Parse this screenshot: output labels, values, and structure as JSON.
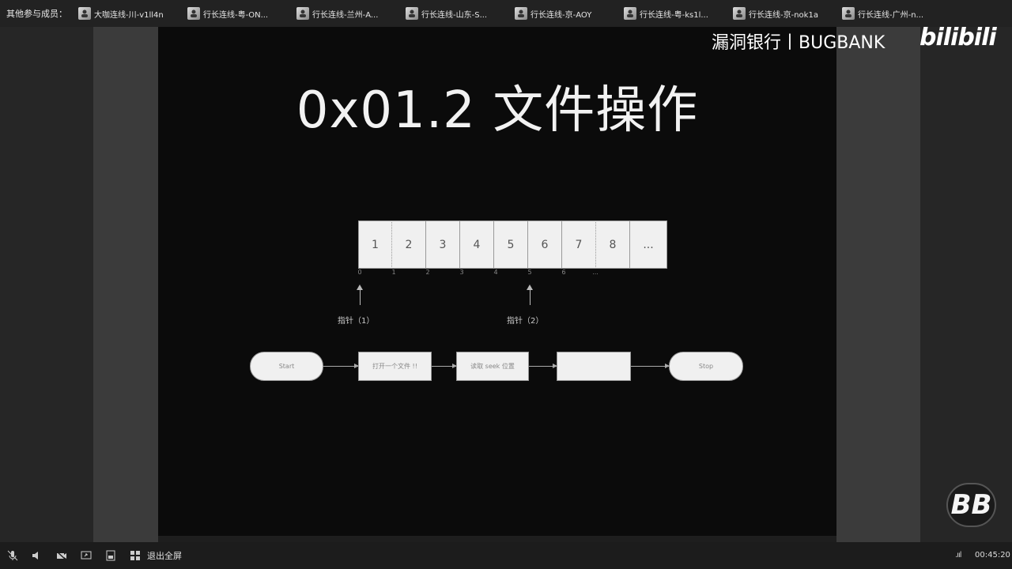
{
  "topbar": {
    "label": "其他参与成员：",
    "participants": [
      {
        "name": "大咖连线-川-v1ll4n"
      },
      {
        "name": "行长连线-粤-ON..."
      },
      {
        "name": "行长连线-兰州-A..."
      },
      {
        "name": "行长连线-山东-S..."
      },
      {
        "name": "行长连线-京-AOY"
      },
      {
        "name": "行长连线-粤-ks1l..."
      },
      {
        "name": "行长连线-京-nok1a"
      },
      {
        "name": "行长连线-广州-n..."
      }
    ]
  },
  "watermark": {
    "text": "漏洞银行丨BUGBANK",
    "bilibili": "bilibili"
  },
  "slide": {
    "title": "0x01.2 文件操作",
    "cells": [
      "1",
      "2",
      "3",
      "4",
      "5",
      "6",
      "7",
      "8",
      "..."
    ],
    "offsets": [
      "0",
      "1",
      "2",
      "3",
      "4",
      "5",
      "6",
      "..."
    ],
    "pointer1": "指针（1）",
    "pointer2": "指针（2）",
    "flow": {
      "start": "Start",
      "step1": "打开一个文件 !!",
      "step2": "读取 seek 位置",
      "step3": "",
      "stop": "Stop"
    }
  },
  "logo": "BB",
  "bottombar": {
    "exit_fullscreen": "退出全屏",
    "time": "00:45:20",
    "signal": ".ııl"
  }
}
